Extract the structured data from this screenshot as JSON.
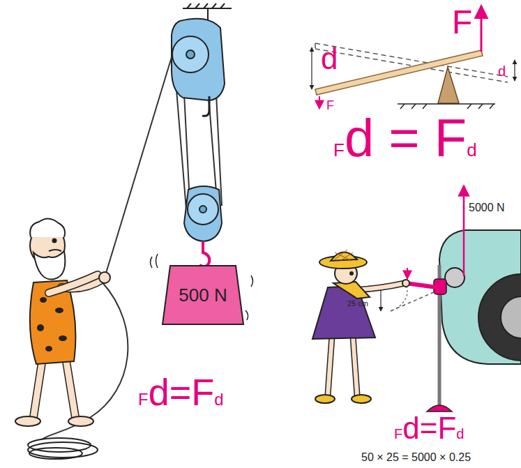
{
  "diagram": {
    "nodes": [
      {
        "text": [
          "500 N"
        ]
      }
    ],
    "labels": [
      "F",
      "d",
      "d",
      "F",
      "Fd = Fd",
      "Fd=Fd",
      "5000 N",
      "25 cm",
      "Fd=Fd",
      "50 × 25 = 5000 × 0.25"
    ]
  }
}
